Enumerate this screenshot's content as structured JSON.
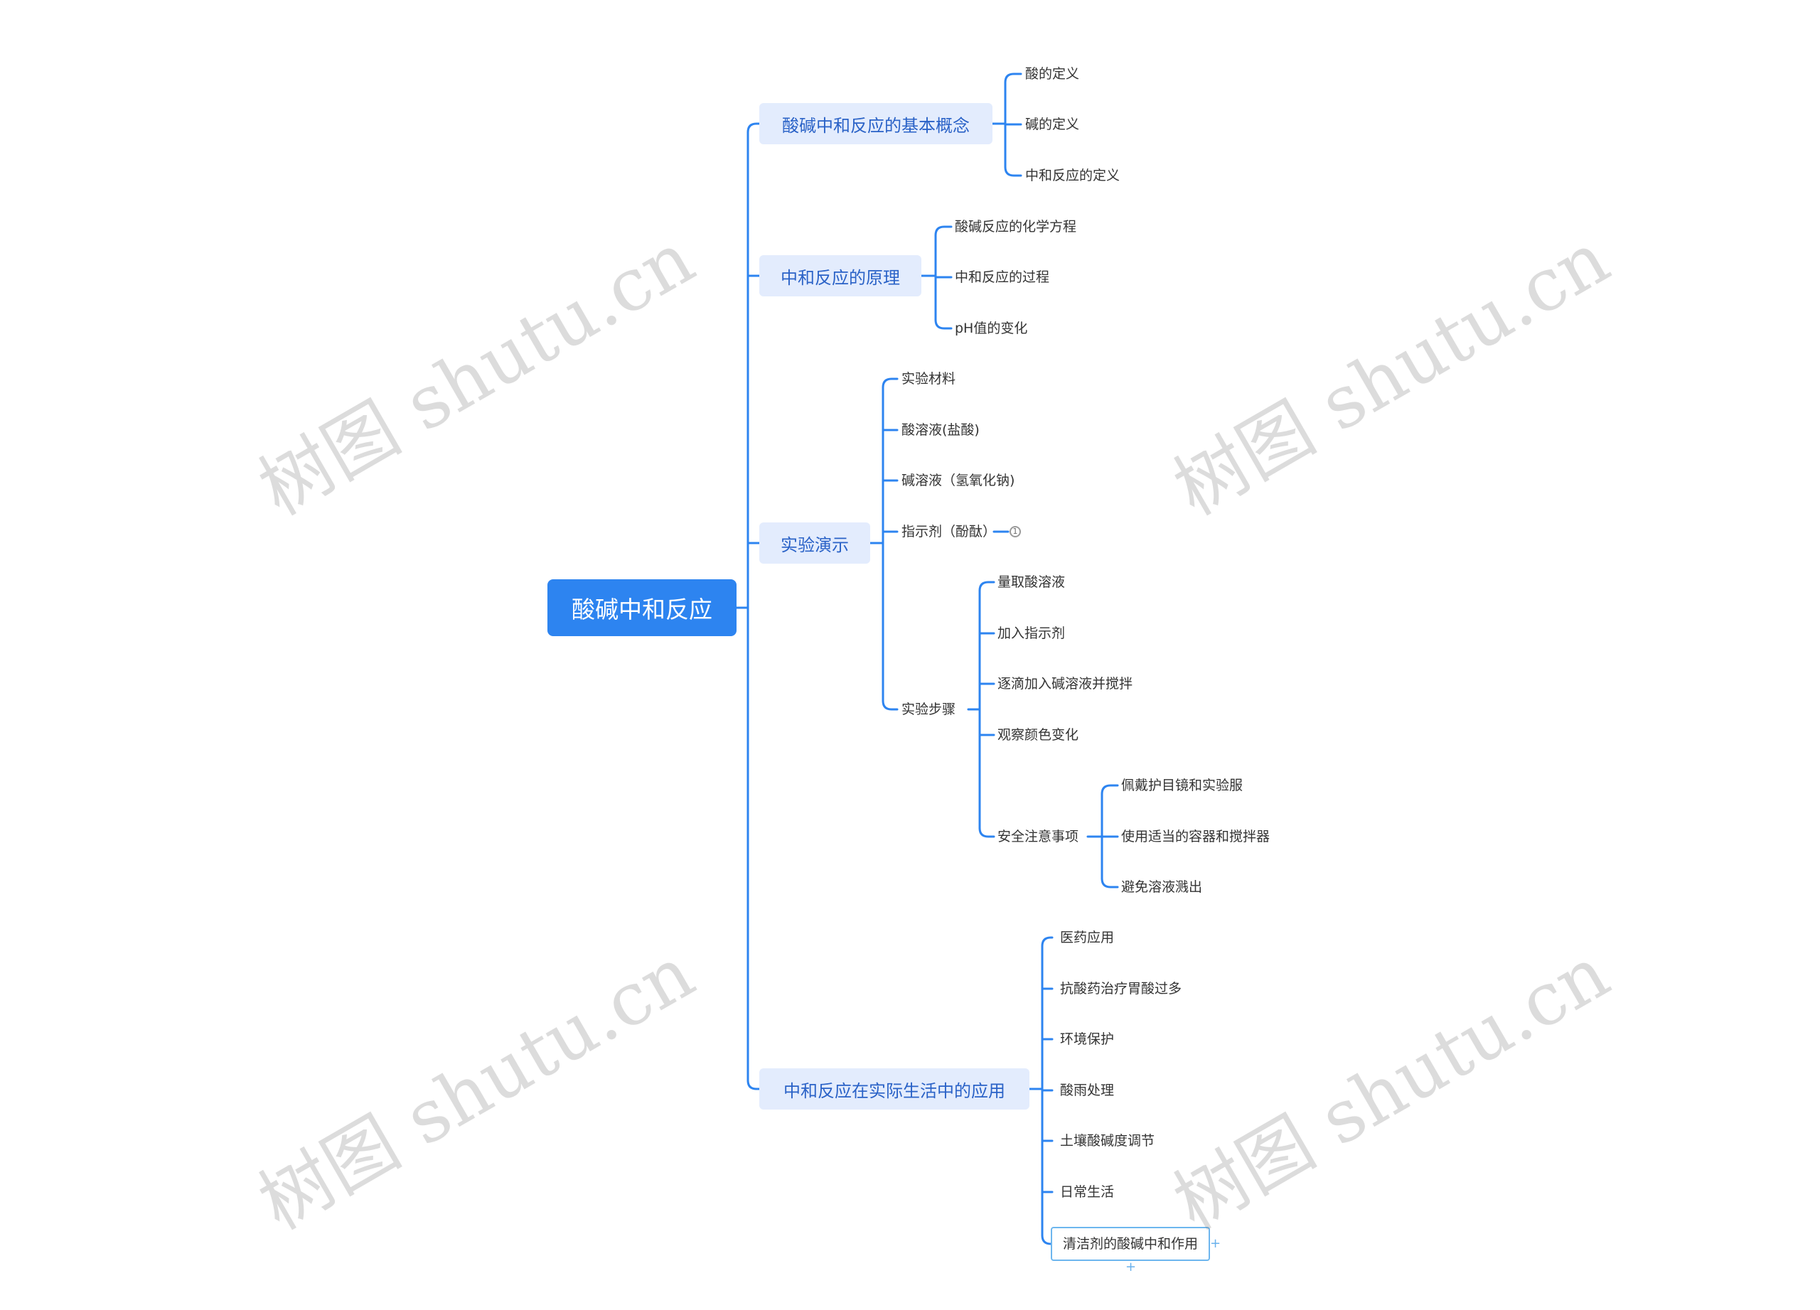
{
  "root": {
    "label": "酸碱中和反应"
  },
  "branches": {
    "concept": {
      "label": "酸碱中和反应的基本概念",
      "items": [
        "酸的定义",
        "碱的定义",
        "中和反应的定义"
      ]
    },
    "principle": {
      "label": "中和反应的原理",
      "items": [
        "酸碱反应的化学方程",
        "中和反应的过程",
        "pH值的变化"
      ]
    },
    "experiment": {
      "label": "实验演示",
      "items": [
        "实验材料",
        "酸溶液(盐酸)",
        "碱溶液（氢氧化钠)",
        "指示剂（酚酞）"
      ],
      "steps": {
        "label": "实验步骤",
        "items": [
          "量取酸溶液",
          "加入指示剂",
          "逐滴加入碱溶液并搅拌",
          "观察颜色变化"
        ],
        "safety": {
          "label": "安全注意事项",
          "items": [
            "佩戴护目镜和实验服",
            "使用适当的容器和搅拌器",
            "避免溶液溅出"
          ]
        }
      }
    },
    "application": {
      "label": "中和反应在实际生活中的应用",
      "items": [
        "医药应用",
        "抗酸药治疗胃酸过多",
        "环境保护",
        "酸雨处理",
        "土壤酸碱度调节",
        "日常生活",
        "清洁剂的酸碱中和作用"
      ]
    }
  },
  "icons": {
    "collapse": "collapse-icon",
    "add": "plus-icon"
  },
  "watermark": {
    "text": "树图 shutu.cn"
  },
  "colors": {
    "accent": "#2d84f0",
    "line": "#2d84f0",
    "branch_bg": "#e3ecfd",
    "branch_text": "#2a62c7",
    "selected_border": "#6db6ee"
  }
}
